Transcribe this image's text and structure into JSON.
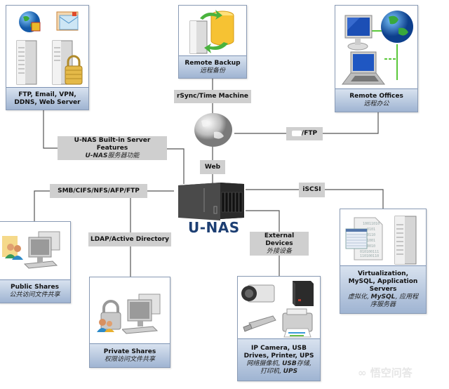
{
  "hub": {
    "title": "U-NAS"
  },
  "nodes": {
    "servers": {
      "en": "FTP, Email, VPN, DDNS, Web Server",
      "en_line1": "FTP, Email, VPN,",
      "en_line2": "DDNS, Web Server"
    },
    "remote_backup": {
      "en": "Remote Backup",
      "cn": "远程备份"
    },
    "remote_offices": {
      "en": "Remote Offices",
      "cn": "远程办公"
    },
    "public_shares": {
      "en": "Public Shares",
      "cn": "公共访问文件共享"
    },
    "private_shares": {
      "en": "Private Shares",
      "cn": "权限访问文件共享"
    },
    "external_devices": {
      "en_line1": "IP Camera, USB",
      "en_line2": "Drives, Printer, UPS",
      "cn_line1_a": "网络摄像机, ",
      "cn_line1_b": "USB",
      "cn_line1_c": "存储,",
      "cn_line2_a": "打印机, ",
      "cn_line2_b": "UPS"
    },
    "virtualization": {
      "en_line1": "Virtualization,",
      "en_line2": "MySQL, Application",
      "en_line3": "Servers",
      "cn_line1_a": "虚拟化, ",
      "cn_line1_b": "MySQL",
      "cn_line1_c": ", 应用程",
      "cn_line2": "序服务器"
    }
  },
  "connectors": {
    "builtin": {
      "en": "U-NAS Built-in Server Features",
      "cn_prefix": "U-NAS",
      "cn": "服务器功能"
    },
    "rsync": {
      "en": "rSync/Time Machine"
    },
    "web": {
      "en": "Web"
    },
    "ftp": {
      "en": "/FTP"
    },
    "iscsi": {
      "en": "iSCSI"
    },
    "smb": {
      "en": "SMB/CIFS/NFS/AFP/FTP"
    },
    "ldap": {
      "en": "LDAP/Active Directory"
    },
    "external": {
      "en": "External Devices",
      "cn": "外接设备"
    }
  },
  "watermark": {
    "text": "∞ 悟空问答"
  },
  "colors": {
    "hub_title": "#1d3f73",
    "caption_top": "#d8e2ef",
    "caption_bottom": "#9fb4d2",
    "label_bg": "#cfcfcf"
  }
}
